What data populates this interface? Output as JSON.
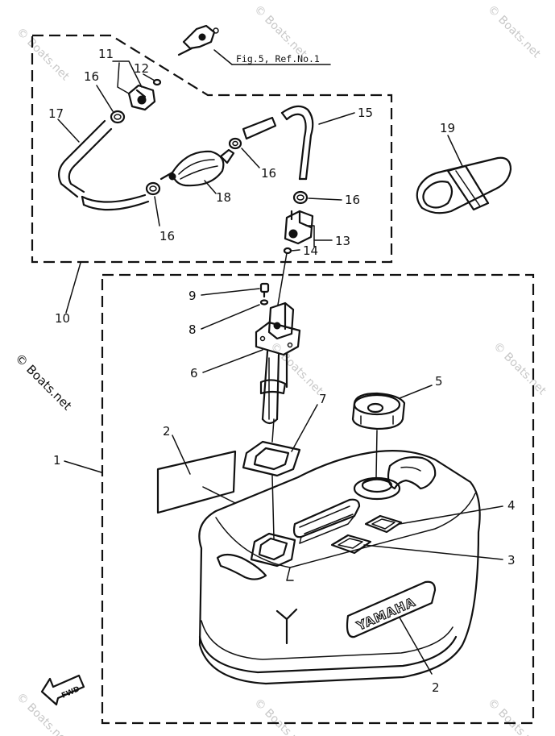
{
  "reference": "Fig.5, Ref.No.1",
  "watermark": "© Boats.net",
  "tank_logo": "YAMAHA",
  "direction_label": "FWD",
  "callouts": {
    "c1": "1",
    "c2a": "2",
    "c2b": "2",
    "c3": "3",
    "c4": "4",
    "c5": "5",
    "c6": "6",
    "c7": "7",
    "c8": "8",
    "c9": "9",
    "c10": "10",
    "c11": "11",
    "c12": "12",
    "c13": "13",
    "c14a": "14",
    "c16a": "16",
    "c16b": "16",
    "c16c": "16",
    "c16d": "16",
    "c17": "17",
    "c15": "15",
    "c18": "18",
    "c19": "19"
  }
}
